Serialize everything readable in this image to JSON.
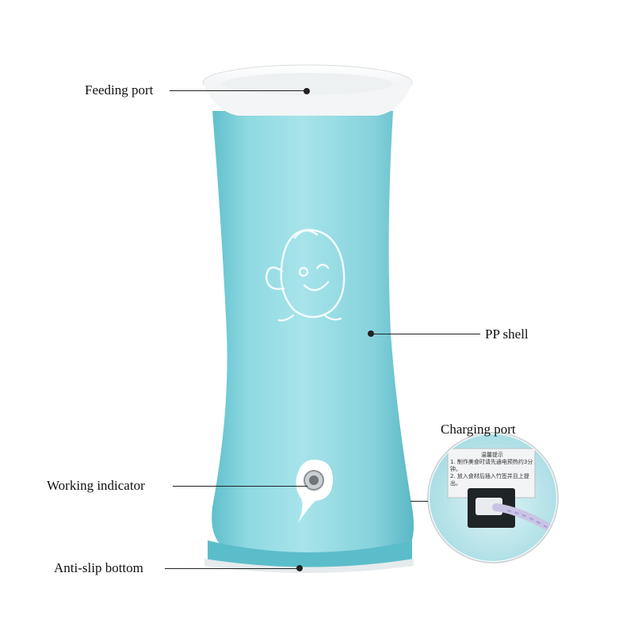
{
  "product": {
    "body_color": "#8fd7e0",
    "rim_color": "#ffffff",
    "icons": [
      "egg-mascot-icon",
      "indicator-light-icon",
      "power-plug-icon"
    ]
  },
  "callouts": {
    "feeding_port": "Feeding port",
    "pp_shell": "PP shell",
    "charging_port": "Charging port",
    "working_indicator": "Working indicator",
    "anti_slip_bottom": "Anti-slip bottom"
  },
  "inset": {
    "sticker_title": "温馨提示",
    "sticker_line_1": "1. 制作美食时请先通电预热约3分钟。",
    "sticker_line_2": "2. 放入食材后插入竹签并且上提出。"
  }
}
